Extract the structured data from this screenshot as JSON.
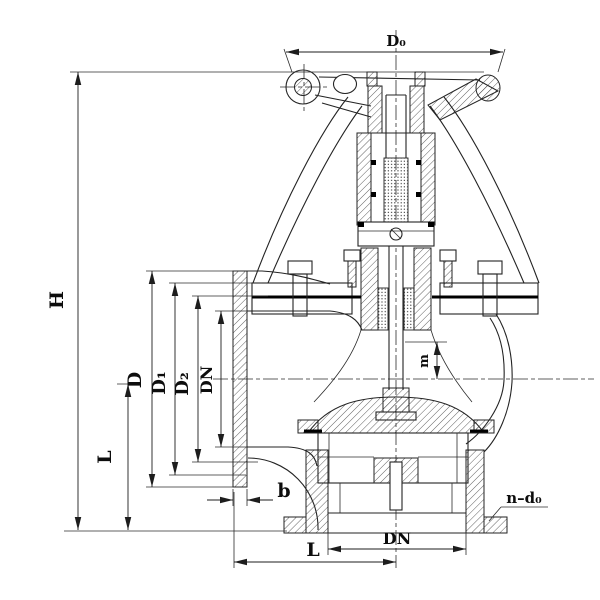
{
  "colors": {
    "background": "#ffffff",
    "line": "#232323"
  },
  "dimension_labels": {
    "handwheel_diameter": "D₀",
    "overall_height": "H",
    "flange_outer_diameter": "D",
    "bolt_circle_diameter": "D₁",
    "raised_face_diameter": "D₂",
    "nominal_bore_left": "DN",
    "center_to_face_vertical": "L",
    "flange_thickness": "b",
    "stem_travel": "m",
    "bolt_holes": "n–d₀",
    "center_to_face_horizontal": "L",
    "nominal_bore_bottom": "DN"
  }
}
